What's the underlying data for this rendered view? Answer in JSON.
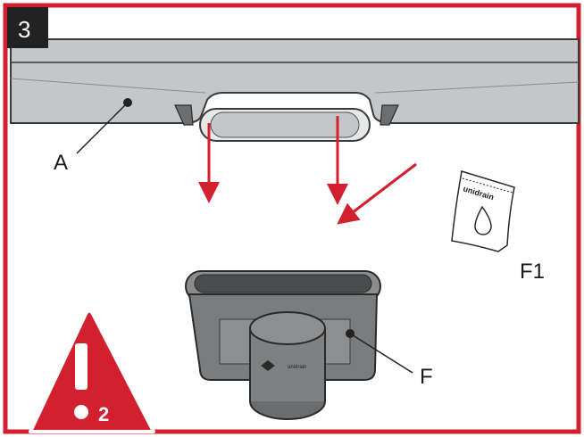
{
  "step": {
    "number": "3"
  },
  "labels": {
    "a": "A",
    "f": "F",
    "f1": "F1"
  },
  "sachet": {
    "brand": "unidrain"
  },
  "outlet": {
    "brand": "unidrain"
  },
  "warning": {
    "icon": "exclamation-triangle-icon",
    "number": "2"
  },
  "colors": {
    "frame": "#d3202e",
    "step_box": "#222222",
    "channel": "#c4c6c8",
    "outlet_body": "#7a7c7e",
    "arrow": "#d3202e"
  }
}
